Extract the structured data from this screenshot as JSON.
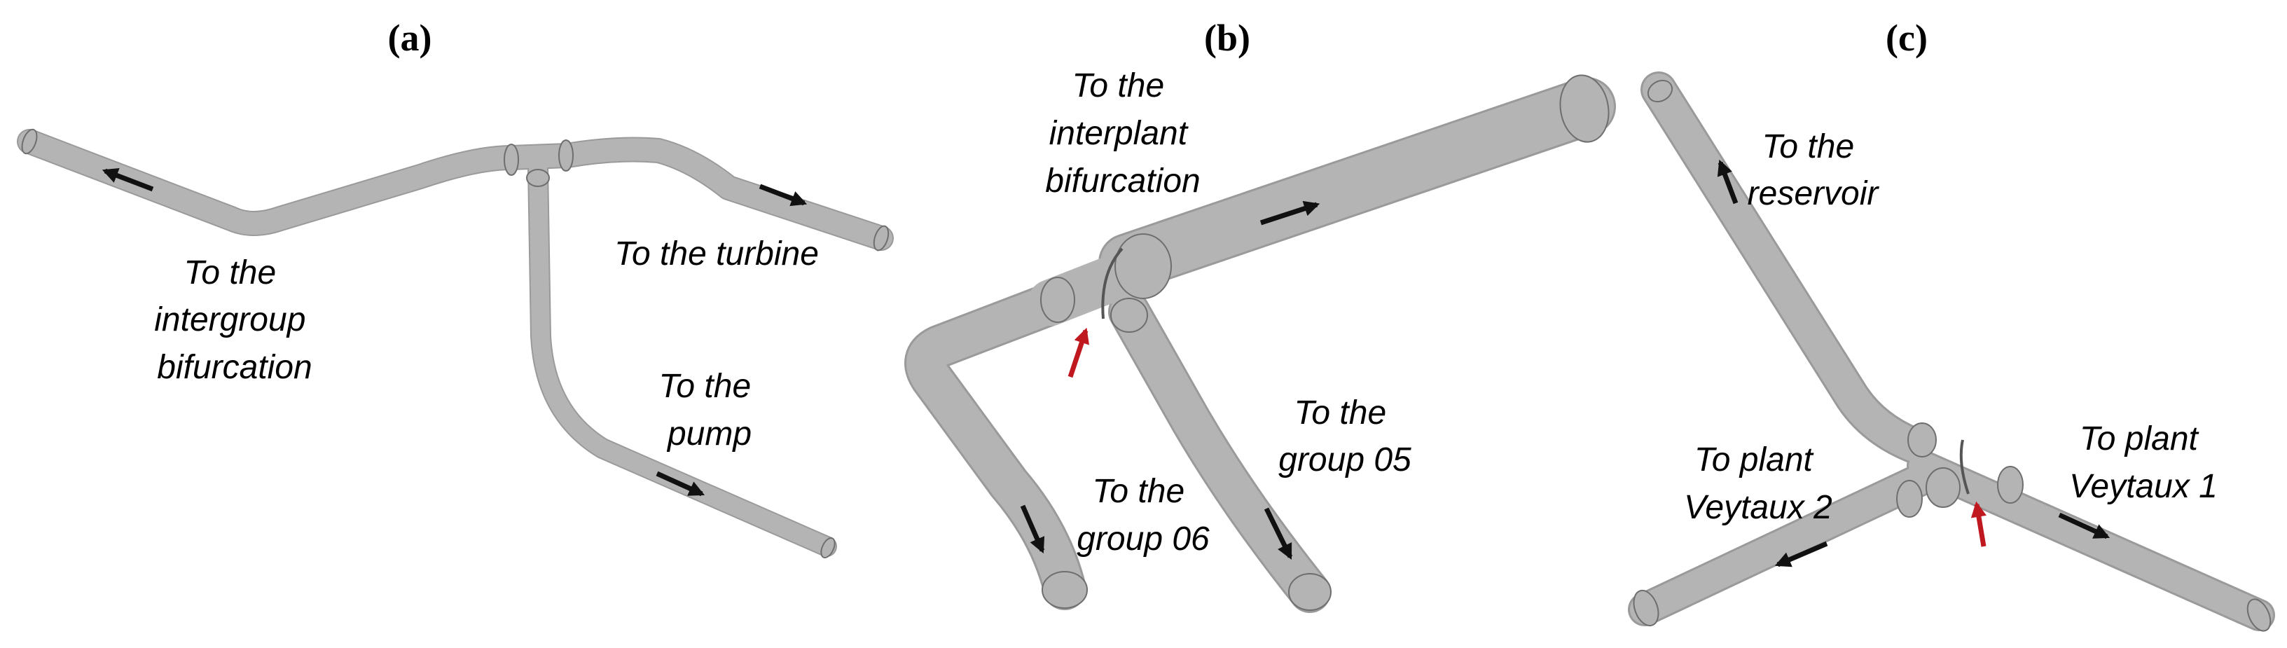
{
  "panels": [
    {
      "id": "a",
      "title": "(a)",
      "labels": {
        "intergroup": [
          "To the",
          "intergroup",
          "bifurcation"
        ],
        "turbine": [
          "To the turbine"
        ],
        "pump": [
          "To the",
          "pump"
        ]
      }
    },
    {
      "id": "b",
      "title": "(b)",
      "labels": {
        "interplant": [
          "To the",
          "interplant",
          "bifurcation"
        ],
        "group05": [
          "To the",
          "group 05"
        ],
        "group06": [
          "To the",
          "group 06"
        ]
      }
    },
    {
      "id": "c",
      "title": "(c)",
      "labels": {
        "reservoir": [
          "To the",
          "reservoir"
        ],
        "veytaux2": [
          "To plant",
          "Veytaux 2"
        ],
        "veytaux1": [
          "To plant",
          "Veytaux 1"
        ]
      }
    }
  ],
  "colors": {
    "pipe": "#b4b4b4",
    "flow_arrow": "#111111",
    "measurement_arrow": "#c0181f"
  }
}
